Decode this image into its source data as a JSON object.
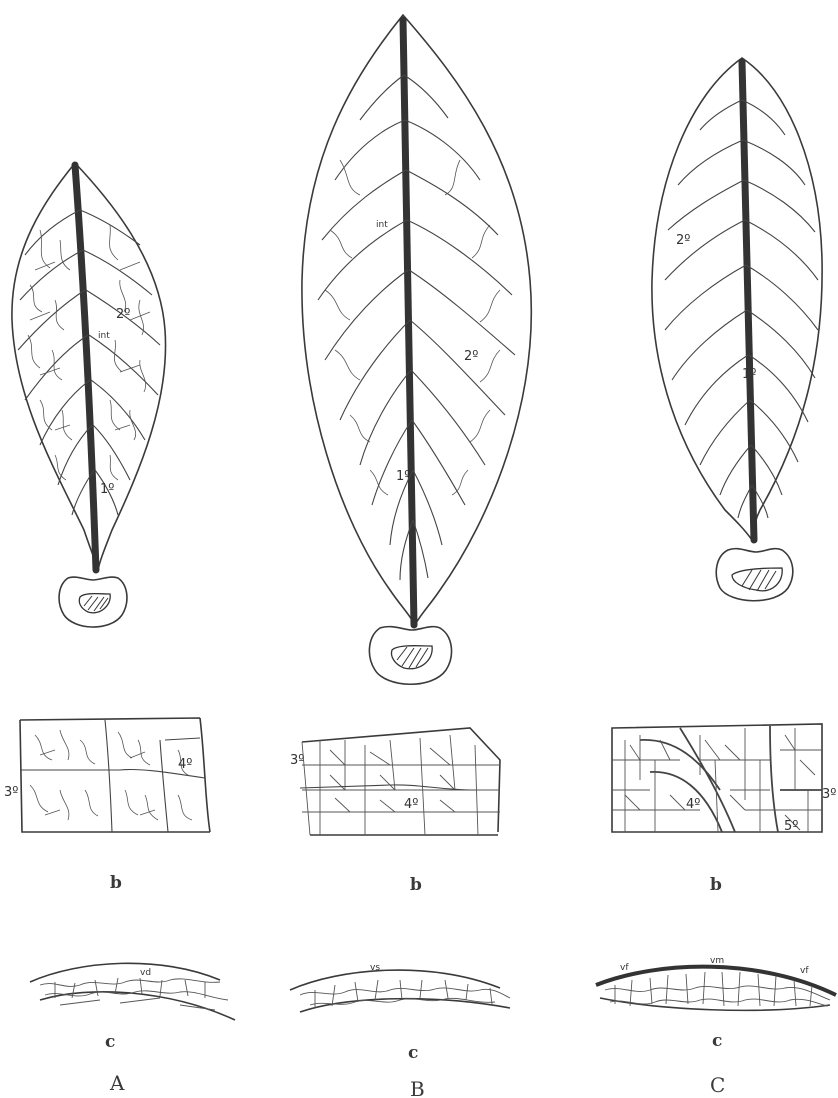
{
  "labels": {
    "A_2nd": "2º",
    "A_int": "int",
    "A_1st": "1º",
    "B_int": "int",
    "B_2nd": "2º",
    "B_1st": "1º",
    "C_2nd": "2º",
    "C_1st": "1º",
    "bA_4th": "4º",
    "bA_3rd": "3º",
    "bB_3rd": "3º",
    "bB_4th": "4º",
    "bC_4th": "4º",
    "bC_3rd": "3º",
    "bC_5th": "5º",
    "cA_vd": "vd",
    "cB_vs": "vs",
    "cC_vf_left": "vf",
    "cC_vm": "vm",
    "cC_vf_right": "vf"
  },
  "sublabels": {
    "bA": "b",
    "bB": "b",
    "bC": "b",
    "cA": "c",
    "cB": "c",
    "cC": "c"
  },
  "panels": {
    "A": "A",
    "B": "B",
    "C": "C"
  }
}
